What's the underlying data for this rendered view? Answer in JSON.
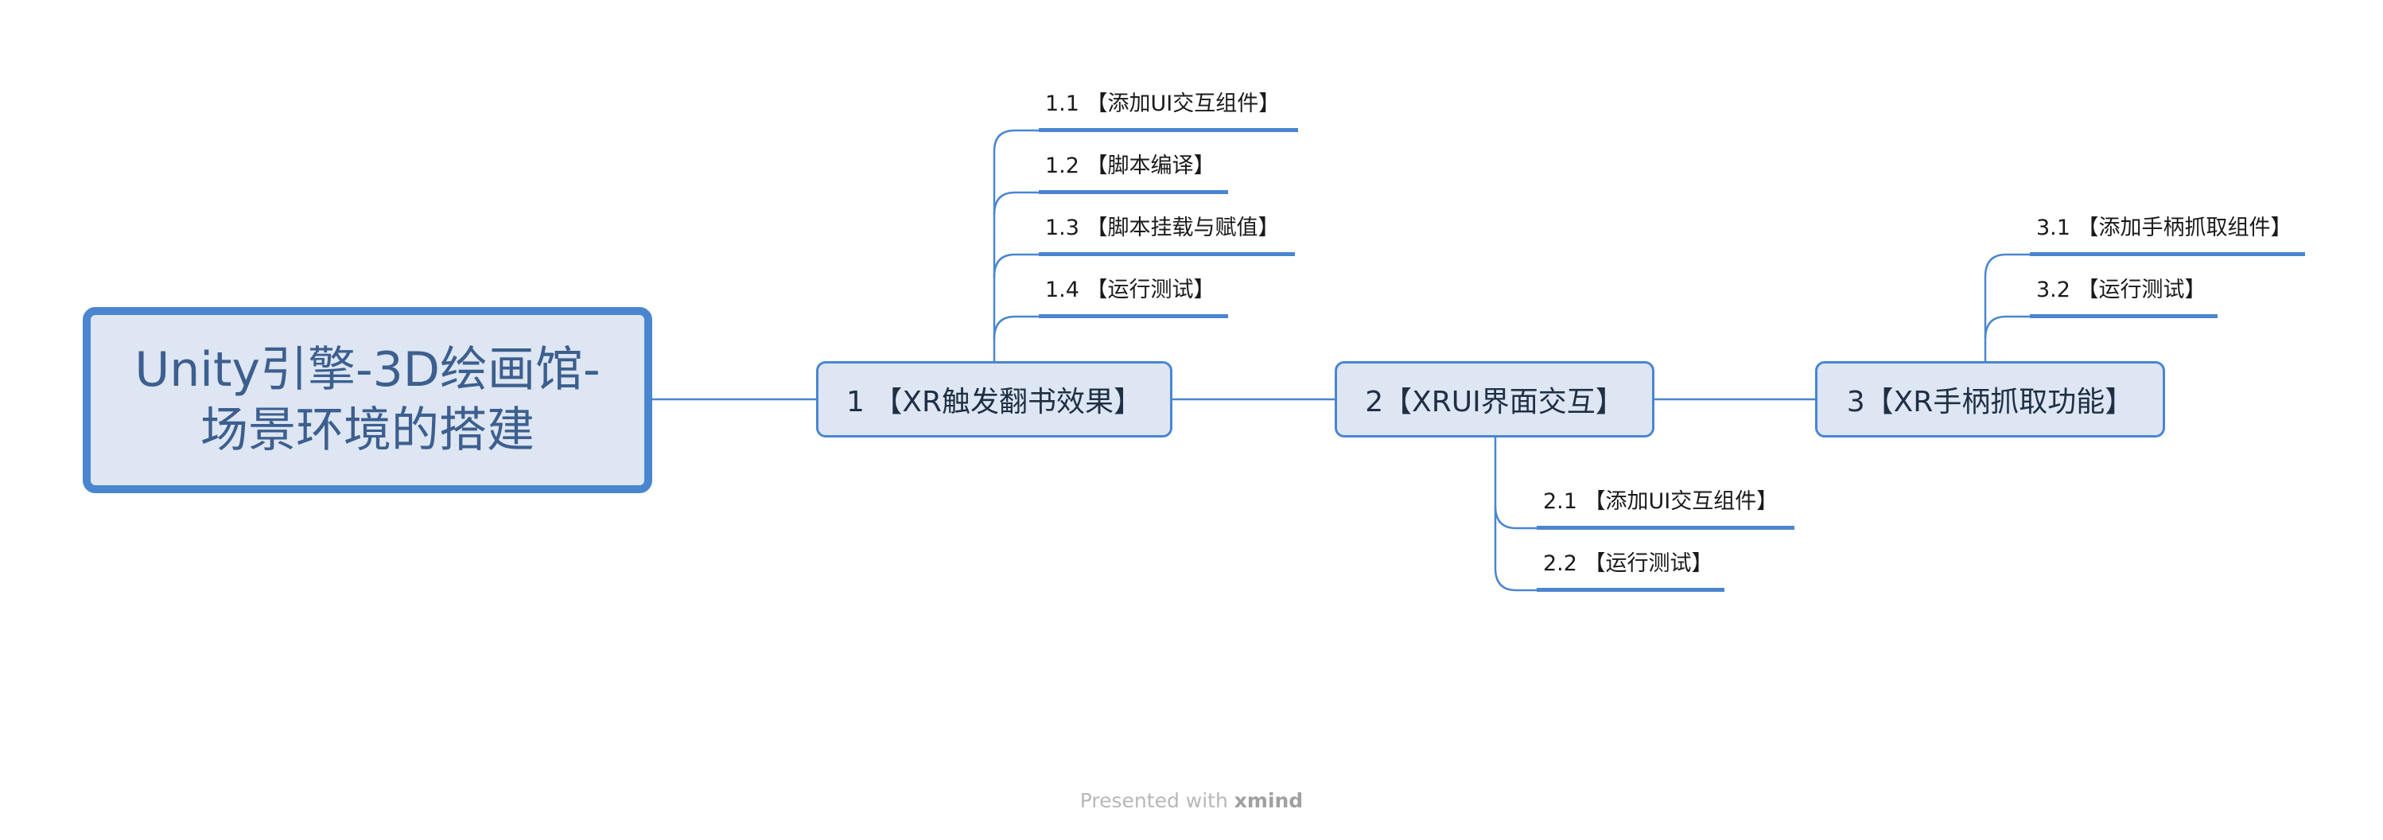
{
  "central_topic": "Unity引擎-3D绘画馆-\n场景环境的搭建",
  "main_topics": [
    {
      "label": "1 【XR触发翻书效果】",
      "subtopics": [
        "1.1 【添加UI交互组件】",
        "1.2 【脚本编译】",
        "1.3 【脚本挂载与赋值】",
        "1.4 【运行测试】"
      ]
    },
    {
      "label": "2【XRUI界面交互】",
      "subtopics": [
        "2.1 【添加UI交互组件】",
        "2.2 【运行测试】"
      ]
    },
    {
      "label": "3【XR手柄抓取功能】",
      "subtopics": [
        "3.1 【添加手柄抓取组件】",
        "3.2 【运行测试】"
      ]
    }
  ],
  "footer": {
    "prefix": "Presented with ",
    "brand": "xmind"
  },
  "colors": {
    "accent": "#4a86d0",
    "topic_fill": "#dde6f2",
    "central_text": "#3d5f8f"
  }
}
